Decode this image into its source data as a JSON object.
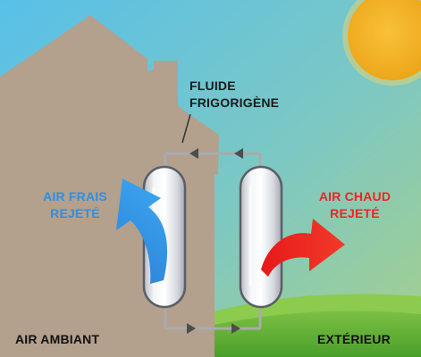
{
  "labels": {
    "fluid": [
      "FLUIDE",
      "FRIGORIGÈNE"
    ],
    "cool_air": [
      "AIR FRAIS",
      "REJETÉ"
    ],
    "warm_air": [
      "AIR CHAUD",
      "REJETÉ"
    ],
    "ambient": "AIR AMBIANT",
    "outside": "EXTÉRIEUR"
  },
  "colors": {
    "sky": "#5ec3e6",
    "sun": "#f3b21c",
    "house": "#b3a08d",
    "grass": "#5cb236",
    "cool_air": "#2f8fe0",
    "warm_air": "#ee2424",
    "pipe": "#a9a9a9",
    "flow_arrow": "#4d4d4d"
  },
  "icons": {
    "sun": "sun-icon",
    "house": "house-icon",
    "cool_air_arrow": "curved-up-arrow-icon",
    "warm_air_arrow": "curved-right-arrow-icon"
  }
}
